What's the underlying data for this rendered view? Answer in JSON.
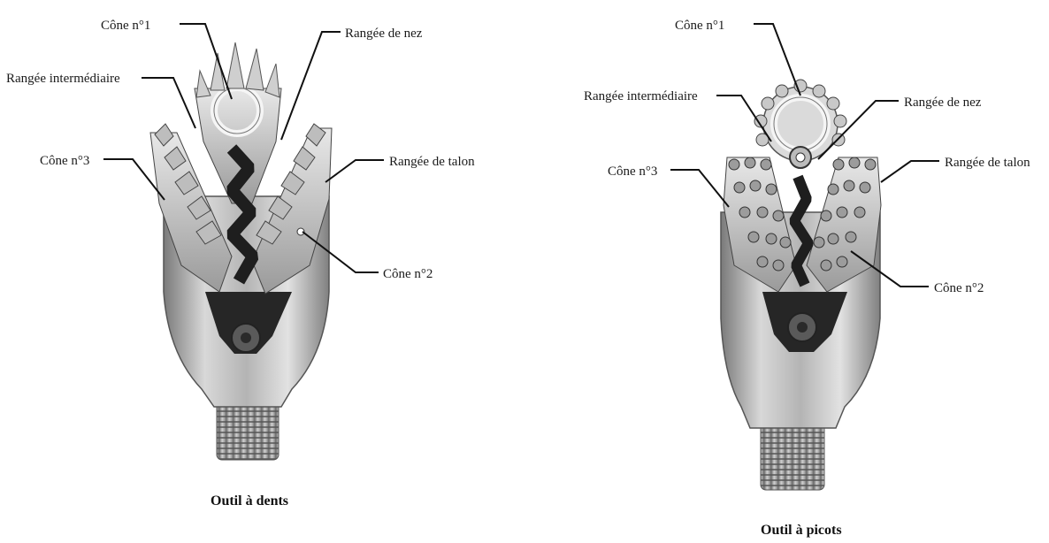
{
  "figures": [
    {
      "caption": "Outil à dents",
      "labels": {
        "cone1": "Cône n°1",
        "nose_row": "Rangée de nez",
        "middle_row": "Rangée intermédiaire",
        "cone3": "Cône n°3",
        "heel_row": "Rangée de talon",
        "cone2": "Cône n°2"
      }
    },
    {
      "caption": "Outil à picots",
      "labels": {
        "cone1": "Cône n°1",
        "nose_row": "Rangée de nez",
        "middle_row": "Rangée intermédiaire",
        "cone3": "Cône n°3",
        "heel_row": "Rangée de talon",
        "cone2": "Cône n°2"
      }
    }
  ]
}
